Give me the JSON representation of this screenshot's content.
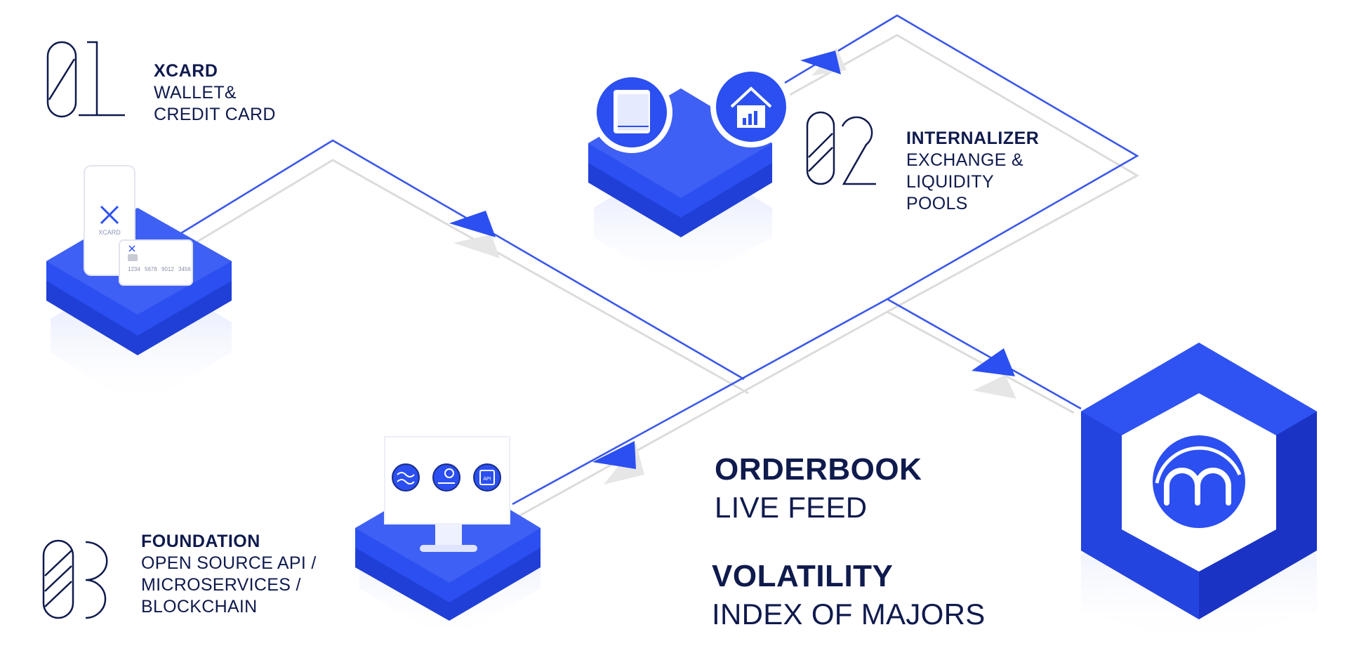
{
  "steps": [
    {
      "number": "01",
      "title": "XCARD",
      "lines": [
        "WALLET&",
        "CREDIT CARD"
      ]
    },
    {
      "number": "02",
      "title": "INTERNALIZER",
      "lines": [
        "EXCHANGE &",
        "LIQUIDITY",
        "POOLS"
      ]
    },
    {
      "number": "03",
      "title": "FOUNDATION",
      "lines": [
        "OPEN SOURCE API /",
        "MICROSERVICES /",
        "BLOCKCHAIN"
      ]
    }
  ],
  "outputs": [
    {
      "title": "ORDERBOOK",
      "subtitle": "LIVE FEED"
    },
    {
      "title": "VOLATILITY",
      "subtitle": "INDEX OF MAJORS"
    }
  ],
  "card": {
    "brand": "XCARD",
    "number_groups": [
      "1234",
      "5678",
      "9012",
      "3456"
    ]
  },
  "icons": {
    "step1": [
      "phone-wallet-icon",
      "credit-card-icon"
    ],
    "step2": [
      "ledger-book-icon",
      "exchange-house-icon"
    ],
    "step3": [
      "blockchain-link-icon",
      "microservice-cloud-icon",
      "api-chip-icon"
    ],
    "hub": "m-logo-icon"
  },
  "colors": {
    "primary": "#2b4ff0",
    "primary_dark": "#1a33c4",
    "primary_light": "#4d6cf5",
    "ink": "#0f1a4d",
    "shadow_line": "#d9d9d9"
  }
}
